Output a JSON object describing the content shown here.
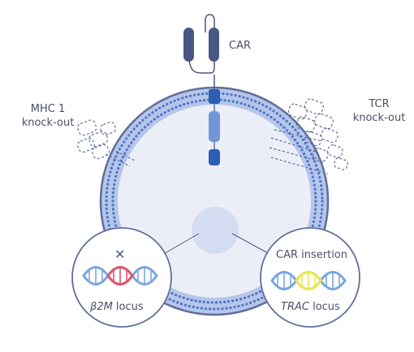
{
  "labels": {
    "car": "CAR",
    "mhc_line1": "MHC 1",
    "mhc_line2": "knock-out",
    "tcr_line1": "TCR",
    "tcr_line2": "knock-out",
    "car_insertion": "CAR insertion",
    "b2m_italic": "β2M",
    "b2m_rest": " locus",
    "trac_italic": "TRAC",
    "trac_rest": " locus",
    "knockout_mark": "✕"
  },
  "colors": {
    "membrane_outer": "#aebfe6",
    "membrane_ring": "#5f6f98",
    "membrane_dots": "#5b7fcf",
    "cell_interior": "#eceef7",
    "nucleus": "#d4dcf2",
    "car_dark": "#4a5784",
    "car_domain": "#2c5fb3",
    "car_light": "#6f97d8",
    "dna_blue": "#7aa6de",
    "dna_pink": "#e0536f",
    "dna_yellow": "#e9e84c",
    "text": "#4a4f6a"
  }
}
